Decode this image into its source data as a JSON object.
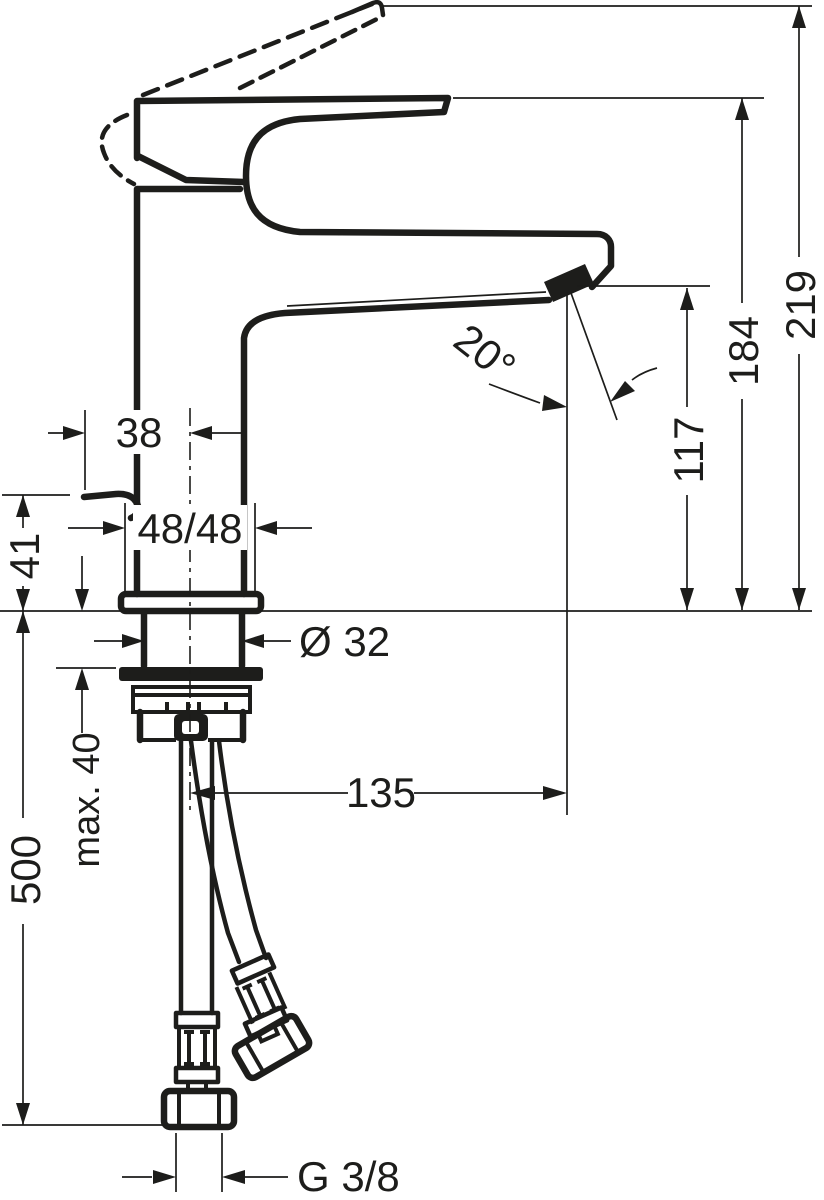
{
  "drawing": {
    "type": "technical-dimension-drawing",
    "subject": "single-lever basin mixer faucet, side elevation with pop-up rod and flexible supply hoses",
    "units": "mm",
    "ink_color": "#1d1d1b",
    "background_color": "#ffffff",
    "labels": {
      "handle_offset": "38",
      "base_size": "48/48",
      "rod_height": "41",
      "overall_height": "219",
      "handle_height": "184",
      "outlet_height": "117",
      "spout_angle": "20°",
      "shank_diameter": "Ø 32",
      "max_mounting_thickness": "max. 40",
      "hose_length": "500",
      "outlet_projection": "135",
      "supply_thread": "G 3/8"
    }
  }
}
